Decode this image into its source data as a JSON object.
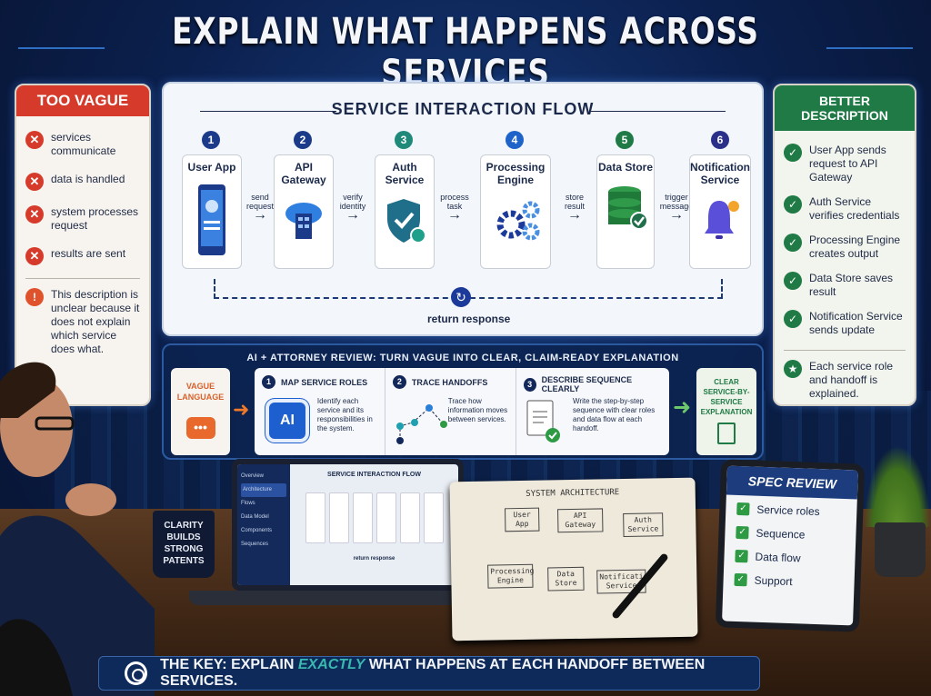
{
  "title": "EXPLAIN WHAT HAPPENS ACROSS SERVICES",
  "too_vague": {
    "header": "TOO VAGUE",
    "items": [
      "services communicate",
      "data is handled",
      "system processes request",
      "results are sent"
    ],
    "note": "This description is unclear because it does not explain which service does what.",
    "color": "#d53a2a"
  },
  "flow": {
    "title": "SERVICE INTERACTION FLOW",
    "services": [
      {
        "num": "1",
        "name": "User App",
        "icon": "smartphone-user-icon",
        "color": "#1b3a8a"
      },
      {
        "num": "2",
        "name": "API Gateway",
        "icon": "cloud-server-icon",
        "color": "#1b3a8a"
      },
      {
        "num": "3",
        "name": "Auth Service",
        "icon": "shield-check-icon",
        "color": "#1f8a7a"
      },
      {
        "num": "4",
        "name": "Processing Engine",
        "icon": "gears-icon",
        "color": "#1e63c9"
      },
      {
        "num": "5",
        "name": "Data Store",
        "icon": "database-check-icon",
        "color": "#1f7a45"
      },
      {
        "num": "6",
        "name": "Notification Service",
        "icon": "bell-icon",
        "color": "#2a2f8a"
      }
    ],
    "handoffs": [
      "send request",
      "verify identity",
      "process task",
      "store result",
      "trigger message"
    ],
    "return_label": "return response"
  },
  "better": {
    "header": "BETTER DESCRIPTION",
    "items": [
      "User App sends request to API Gateway",
      "Auth Service verifies credentials",
      "Processing Engine creates output",
      "Data Store saves result",
      "Notification Service sends update"
    ],
    "note": "Each service role and handoff is explained.",
    "color": "#1f7a45"
  },
  "review": {
    "title": "AI + ATTORNEY REVIEW: TURN VAGUE INTO CLEAR, CLAIM-READY EXPLANATION",
    "input_label": "VAGUE LANGUAGE",
    "steps": [
      {
        "num": "1",
        "title": "MAP SERVICE ROLES",
        "desc": "Identify each service and its responsibilities in the system.",
        "icon_label": "AI"
      },
      {
        "num": "2",
        "title": "TRACE HANDOFFS",
        "desc": "Trace how information moves between services."
      },
      {
        "num": "3",
        "title": "DESCRIBE SEQUENCE CLEARLY",
        "desc": "Write the step-by-step sequence with clear roles and data flow at each handoff."
      }
    ],
    "output_label": "CLEAR SERVICE-BY-SERVICE EXPLANATION"
  },
  "laptop": {
    "nav": [
      "Overview",
      "Architecture",
      "Flows",
      "Data Model",
      "Components",
      "Sequences"
    ],
    "active": "Architecture",
    "screen_title": "SERVICE INTERACTION FLOW",
    "return_label": "return response"
  },
  "notebook": {
    "title": "SYSTEM ARCHITECTURE",
    "boxes": [
      "User App",
      "API Gateway",
      "Auth Service",
      "Processing Engine",
      "Data Store",
      "Notification Service"
    ]
  },
  "tablet": {
    "title": "SPEC REVIEW",
    "items": [
      "Service roles",
      "Sequence",
      "Data flow",
      "Support"
    ]
  },
  "mug": {
    "text": "CLARITY BUILDS STRONG PATENTS"
  },
  "banner": {
    "prefix": "THE KEY: EXPLAIN",
    "highlight": "EXACTLY",
    "suffix": "WHAT HAPPENS AT EACH HANDOFF BETWEEN SERVICES."
  }
}
